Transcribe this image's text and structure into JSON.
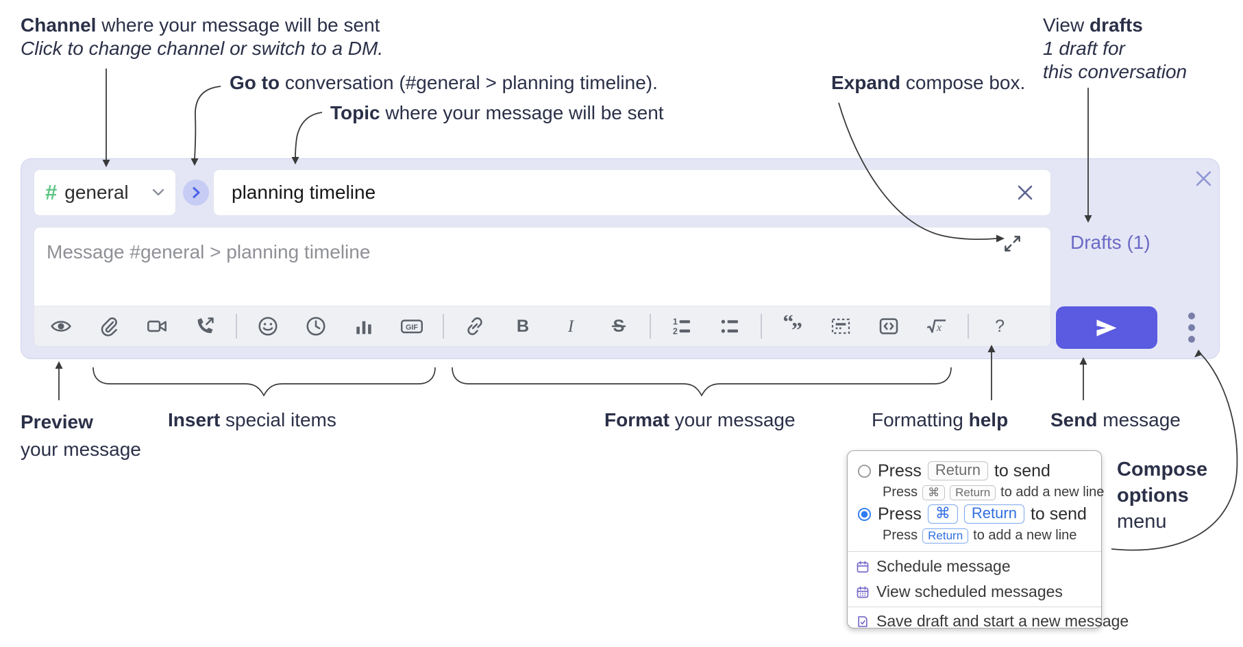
{
  "annotations": {
    "channel": {
      "bold": "Channel",
      "rest": " where your message will be sent",
      "line2": "Click to change channel or switch to a DM."
    },
    "go_to": {
      "bold": "Go to",
      "rest": " conversation (#general > planning timeline)."
    },
    "topic": {
      "bold": "Topic",
      "rest": " where your message will be sent"
    },
    "expand": {
      "bold": "Expand",
      "rest": " compose box."
    },
    "view_drafts": {
      "pre": "View ",
      "bold": "drafts",
      "line2": "1 draft for",
      "line3": "this conversation"
    },
    "preview": {
      "bold": "Preview",
      "line2": "your message"
    },
    "insert": {
      "bold": "Insert",
      "rest": " special items"
    },
    "format": {
      "bold": "Format",
      "rest": " your message"
    },
    "formatting_help": {
      "pre": "Formatting ",
      "bold": "help"
    },
    "send": {
      "bold": "Send",
      "rest": " message"
    },
    "compose_options": {
      "line1": "Compose",
      "line2": "options",
      "line3": "menu"
    }
  },
  "compose": {
    "channel_hash": "#",
    "channel_name": "general",
    "topic_value": "planning timeline",
    "message_placeholder": "Message #general > planning timeline",
    "drafts_link": "Drafts (1)"
  },
  "toolbar": {
    "icons": [
      "preview-eye",
      "attach-file",
      "video-call",
      "audio-call",
      "emoji",
      "time",
      "poll",
      "gif",
      "link",
      "bold",
      "italic",
      "strikethrough",
      "numbered-list",
      "bulleted-list",
      "quote",
      "spoiler",
      "code",
      "math",
      "help"
    ],
    "glyphs": {
      "gif": "GIF",
      "bold": "B",
      "italic": "I",
      "strike": "S",
      "help": "?",
      "num1": "1",
      "num2": "2",
      "quote_open": "“",
      "quote_close": "”",
      "math_x": "x"
    }
  },
  "popup": {
    "options": [
      {
        "selected": false,
        "press": "Press",
        "key1": "Return",
        "after": "to send",
        "sub_press": "Press",
        "sub_key1": "⌘",
        "sub_key2": "Return",
        "sub_after": "to add a new line"
      },
      {
        "selected": true,
        "press": "Press",
        "key1": "⌘",
        "key2": "Return",
        "after": "to send",
        "sub_press": "Press",
        "sub_key1": "Return",
        "sub_after": "to add a new line"
      }
    ],
    "menu_items": [
      "Schedule message",
      "View scheduled messages",
      "Save draft and start a new message"
    ]
  },
  "colors": {
    "send_button": "#5a5be0",
    "container_bg": "#e4e6f5",
    "drafts_link": "#6c69c6",
    "channel_hash_green": "#5ec584",
    "goto_chevron_blue": "#4a63e8",
    "radio_selected_blue": "#2f7af0",
    "menu_icon_purple": "#7568c9"
  }
}
